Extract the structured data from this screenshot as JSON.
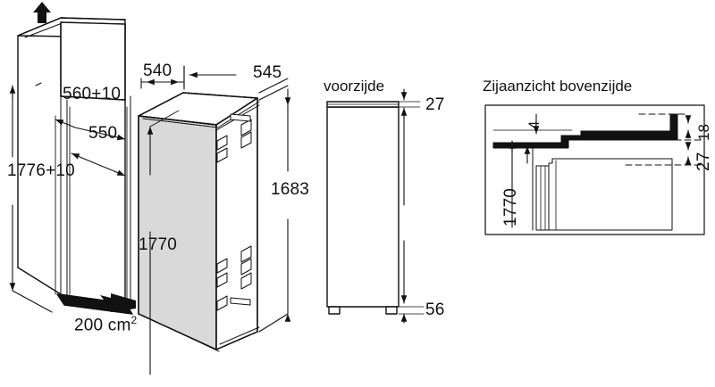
{
  "document": {
    "type": "appliance-installation-drawing",
    "language": "nl",
    "background_color": "#ffffff",
    "line_color": "#111111",
    "shade_color": "#d9d9d9",
    "fill_black": "#111111"
  },
  "panels": {
    "niche": {
      "name": "niche-cabinet-view",
      "dimensions": {
        "height_total": "1776+10",
        "width_outer": "560+10",
        "width_inner": "550",
        "vent_area": "200 cm",
        "vent_area_exponent": "2"
      },
      "icons": {
        "top_arrow": "airflow-up-arrow",
        "bottom_arrow": "airflow-in-arrow"
      }
    },
    "appliance": {
      "name": "appliance-3d-view",
      "dimensions": {
        "depth_top": "540",
        "depth_side": "545",
        "height_body": "1683",
        "height_front": "1770"
      }
    },
    "front": {
      "name": "front-view",
      "title": "voorzijde",
      "dimensions": {
        "top_gap": "27",
        "bottom_gap": "56"
      }
    },
    "sidetop": {
      "name": "side-view-top-detail",
      "title": "Zijaanzicht bovenzijde",
      "dimensions": {
        "gap_small": "4",
        "height_main": "1770",
        "offset_upper": "18",
        "offset_lower": "27"
      }
    }
  }
}
